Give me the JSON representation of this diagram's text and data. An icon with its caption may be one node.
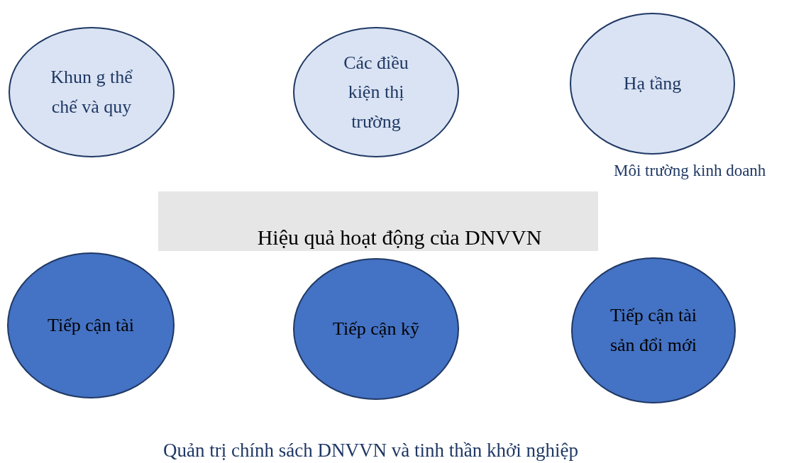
{
  "diagram": {
    "nodes": [
      {
        "text": [
          "Khun g thể chế và quy"
        ]
      },
      {
        "text": [
          "Các điều kiện thị trường"
        ]
      },
      {
        "text": [
          "Hạ tầng"
        ]
      },
      {
        "text": [
          "Hiệu quả hoạt động của DNVVN"
        ]
      },
      {
        "text": [
          "Tiếp cận tài"
        ]
      },
      {
        "text": [
          "Tiếp cận kỹ"
        ]
      },
      {
        "text": [
          "Tiếp cận tài sản đổi mới"
        ]
      }
    ],
    "labels": [
      "Môi trường kinh doanh",
      "Quản trị chính sách DNVVN và tinh thần khởi nghiệp"
    ]
  }
}
